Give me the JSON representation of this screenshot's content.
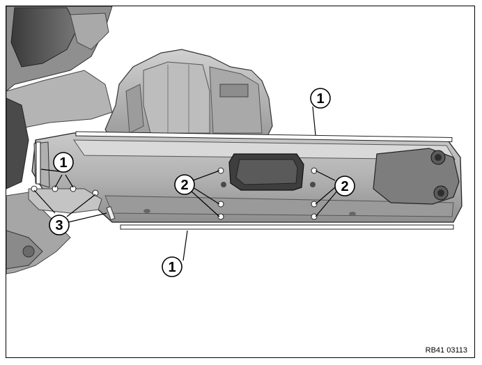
{
  "reference_code": "RB41 03113",
  "callouts": {
    "c1_top": "1",
    "c1_left": "1",
    "c1_bottom": "1",
    "c2_left": "2",
    "c2_right": "2",
    "c3": "3"
  }
}
